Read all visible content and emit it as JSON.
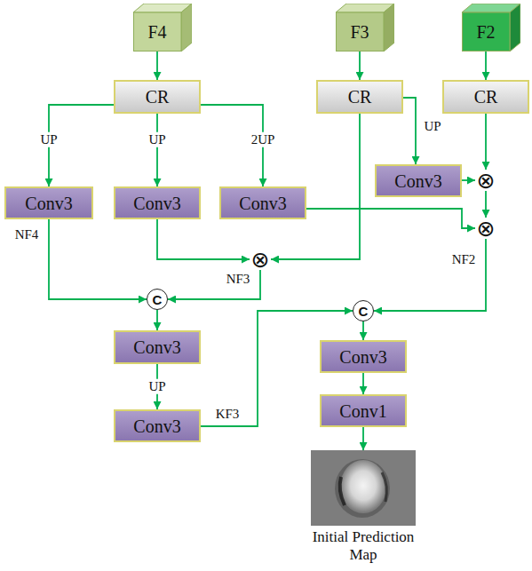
{
  "diagram": {
    "nodes": [
      {
        "text": [
          "F4"
        ]
      },
      {
        "text": [
          "F3"
        ]
      },
      {
        "text": [
          "F2"
        ]
      },
      {
        "text": [
          "CR"
        ]
      },
      {
        "text": [
          "CR"
        ]
      },
      {
        "text": [
          "CR"
        ]
      },
      {
        "text": [
          "Conv3"
        ]
      },
      {
        "text": [
          "Conv3"
        ]
      },
      {
        "text": [
          "Conv3"
        ]
      },
      {
        "text": [
          "Conv3"
        ]
      },
      {
        "text": [
          "⊗"
        ]
      },
      {
        "text": [
          "⊗"
        ]
      },
      {
        "text": [
          "⊗"
        ]
      },
      {
        "text": [
          "C"
        ]
      },
      {
        "text": [
          "C"
        ]
      },
      {
        "text": [
          "Conv3"
        ]
      },
      {
        "text": [
          "Conv3"
        ]
      },
      {
        "text": [
          "Conv3"
        ]
      },
      {
        "text": [
          "Conv1"
        ]
      },
      {
        "text": [
          "Initial Prediction Map"
        ]
      }
    ],
    "edges": [
      {
        "from": 0,
        "to": 3,
        "arrow": "to"
      },
      {
        "from": 1,
        "to": 4,
        "arrow": "to"
      },
      {
        "from": 2,
        "to": 5,
        "arrow": "to"
      },
      {
        "from": 3,
        "to": 6,
        "label": "UP",
        "arrow": "to"
      },
      {
        "from": 3,
        "to": 7,
        "label": "UP",
        "arrow": "to"
      },
      {
        "from": 3,
        "to": 8,
        "label": "2UP",
        "arrow": "to"
      },
      {
        "from": 4,
        "to": 9,
        "label": "UP",
        "arrow": "to"
      },
      {
        "from": 4,
        "to": 12,
        "arrow": "to"
      },
      {
        "from": 5,
        "to": 10,
        "arrow": "to"
      },
      {
        "from": 9,
        "to": 10,
        "arrow": "to"
      },
      {
        "from": 10,
        "to": 11,
        "arrow": "to"
      },
      {
        "from": 8,
        "to": 11,
        "arrow": "to"
      },
      {
        "from": 7,
        "to": 12,
        "arrow": "to"
      },
      {
        "from": 6,
        "to": 13,
        "label": "NF4",
        "arrow": "to"
      },
      {
        "from": 12,
        "to": 13,
        "label": "NF3",
        "arrow": "to"
      },
      {
        "from": 13,
        "to": 15,
        "arrow": "to"
      },
      {
        "from": 15,
        "to": 17,
        "label": "UP",
        "arrow": "to"
      },
      {
        "from": 17,
        "to": 14,
        "label": "KF3",
        "arrow": "to"
      },
      {
        "from": 11,
        "to": 14,
        "label": "NF2",
        "arrow": "to"
      },
      {
        "from": 14,
        "to": 16,
        "arrow": "to"
      },
      {
        "from": 16,
        "to": 18,
        "arrow": "to"
      },
      {
        "from": 18,
        "to": 19,
        "arrow": "to"
      }
    ]
  }
}
